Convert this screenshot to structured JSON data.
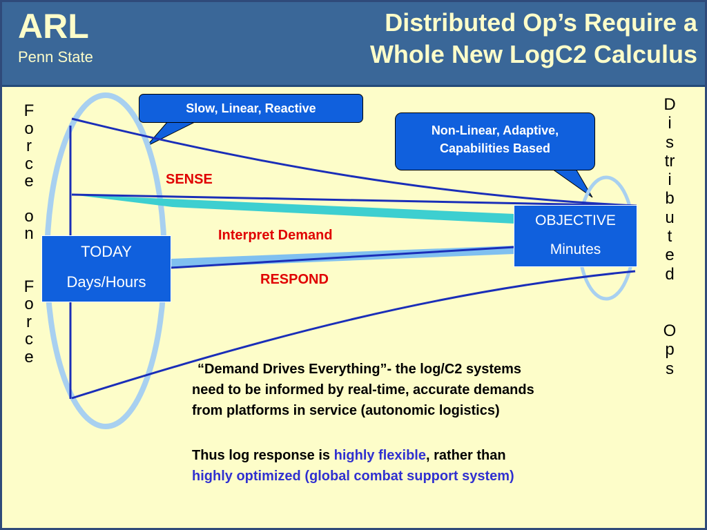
{
  "header": {
    "logo": "ARL",
    "logo_sub": "Penn State",
    "title_line1": "Distributed Op’s Require a",
    "title_line2": "Whole New LogC2 Calculus"
  },
  "left_vertical": {
    "word1": [
      "F",
      "o",
      "r",
      "c",
      "e"
    ],
    "word2": [
      "o",
      "n"
    ],
    "word3": [
      "F",
      "o",
      "r",
      "c",
      "e"
    ]
  },
  "right_vertical": {
    "word1": [
      "D",
      "i",
      "s",
      "tr",
      "i",
      "b",
      "u",
      "t",
      "e",
      "d"
    ],
    "word2": [
      "O",
      "p",
      "s"
    ]
  },
  "callouts": {
    "left": "Slow, Linear, Reactive",
    "right_line1": "Non-Linear, Adaptive,",
    "right_line2": "Capabilities Based"
  },
  "today_box": {
    "line1": "TODAY",
    "line2": "Days/Hours"
  },
  "objective_box": {
    "line1": "OBJECTIVE",
    "line2": "Minutes"
  },
  "labels": {
    "sense": "SENSE",
    "interpret": "Interpret Demand",
    "respond": "RESPOND"
  },
  "body": {
    "p1_line1": "“Demand Drives Everything”- the log/C2 systems",
    "p1_line2": "need to be informed by real-time, accurate demands",
    "p1_line3": "from platforms in service (autonomic logistics)",
    "p2_a": "Thus log response is ",
    "p2_hl1": "highly flexible",
    "p2_b": ", rather than",
    "p2_hl2": "highly optimized (global combat support system)"
  },
  "colors": {
    "header": "#3a6798",
    "background": "#fdfdc9",
    "accent_blue": "#1060dd",
    "ellipse": "#a8d0f0",
    "teal_band": "#3dcfd0",
    "lightblue_band": "#80c0f0",
    "red_label": "#e00000"
  }
}
